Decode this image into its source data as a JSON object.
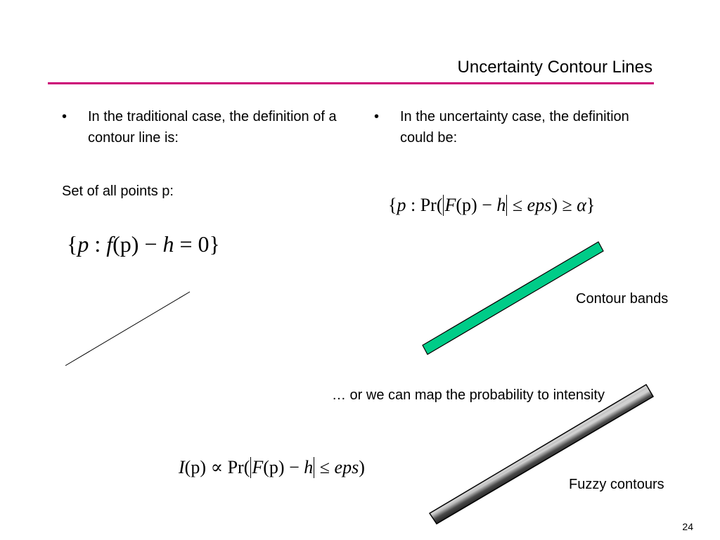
{
  "slide": {
    "title": "Uncertainty Contour Lines",
    "page_number": "24"
  },
  "left": {
    "bullet_marker": "•",
    "bullet_text": "In the traditional case, the definition of a contour line is:",
    "set_label": "Set of all points p:",
    "formula": {
      "open": "{",
      "p": "p",
      "colon": " : ",
      "f": "f",
      "paren_p": "(p)",
      "minus": " − ",
      "h": "h",
      "equals_zero": " = 0",
      "close": "}"
    }
  },
  "right": {
    "bullet_marker": "•",
    "bullet_text": "In the uncertainty case, the definition could be:",
    "formula": {
      "open": "{",
      "p": "p",
      "colon": " : Pr(",
      "F": "F",
      "paren_p": "(p)",
      "minus": " − ",
      "h": "h",
      "leq": " ≤ ",
      "eps": "eps",
      "geq": ") ≥ ",
      "alpha": "α",
      "close": "}"
    },
    "band_label": "Contour bands",
    "band_color": "#00cc88",
    "map_text": "… or we can map the probability to intensity",
    "intensity_formula": {
      "I": "I",
      "paren_p": "(p)",
      "prop": " ∝ Pr(",
      "F": "F",
      "paren_p2": "(p)",
      "minus": " − ",
      "h": "h",
      "leq": " ≤ ",
      "eps": "eps",
      "close": ")"
    },
    "fuzzy_label": "Fuzzy contours"
  },
  "colors": {
    "title_rule": "#cc0077",
    "band_fill": "#00cc88",
    "fuzzy_fill": "#555555"
  }
}
